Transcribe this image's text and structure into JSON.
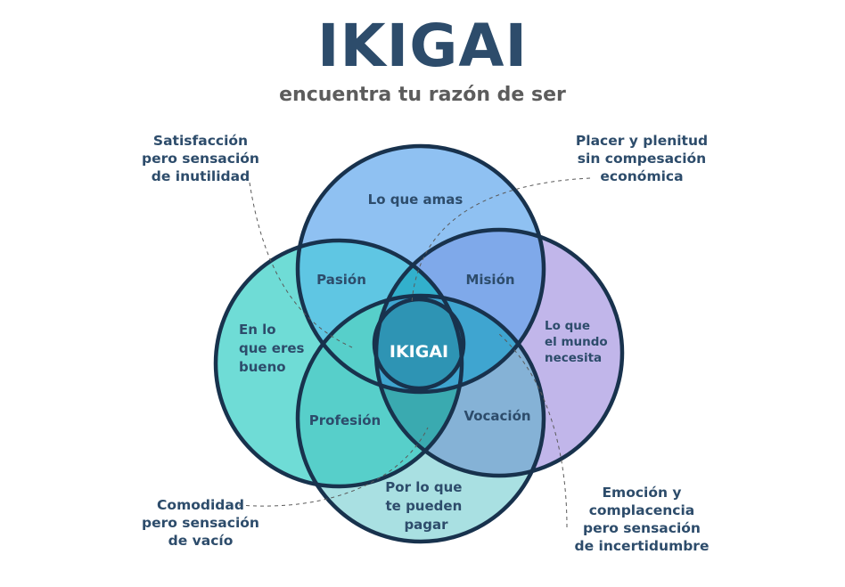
{
  "header": {
    "title": "IKIGAI",
    "subtitle": "encuentra tu razón de ser"
  },
  "circles": {
    "love": {
      "label": "Lo que amas",
      "color": "#8fc1f2"
    },
    "good": {
      "lines": [
        "En lo",
        "que eres",
        "bueno"
      ],
      "color": "#6fdcd6"
    },
    "world": {
      "lines": [
        "Lo que",
        "el mundo",
        "necesita"
      ],
      "color": "#c1b6ea"
    },
    "paid": {
      "lines": [
        "Por lo que",
        "te pueden",
        "pagar"
      ],
      "color": "#a9e0e2"
    }
  },
  "overlaps": {
    "passion": "Pasión",
    "mission": "Misión",
    "profession": "Profesión",
    "vocation": "Vocación",
    "center": "IKIGAI"
  },
  "notes": {
    "top_left": [
      "Satisfacción",
      "pero sensación",
      "de inutilidad"
    ],
    "top_right": [
      "Placer y plenitud",
      "sin compesación",
      "económica"
    ],
    "bottom_left": [
      "Comodidad",
      "pero sensación",
      "de vacío"
    ],
    "bottom_right": [
      "Emoción y",
      "complacencia",
      "pero sensación",
      "de incertidumbre"
    ]
  },
  "colors": {
    "outline": "#18324d",
    "text": "#2d4c6b",
    "center_text": "#ffffff"
  }
}
